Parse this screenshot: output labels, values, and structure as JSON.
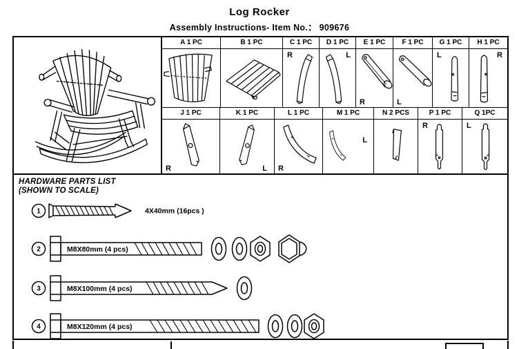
{
  "header": {
    "title": "Log Rocker",
    "subtitle": "Assembly Instructions- Item No.： 909676"
  },
  "parts": {
    "row1": [
      {
        "label": "A 1 PC",
        "side": "",
        "drawing": "slatted-back-panel"
      },
      {
        "label": "B 1 PC",
        "side": "",
        "drawing": "slatted-seat-panel"
      },
      {
        "label": "C 1 PC",
        "side": "R",
        "drawing": "curved-leg-right"
      },
      {
        "label": "D 1 PC",
        "side": "L",
        "drawing": "curved-leg-left"
      },
      {
        "label": "E 1 PC",
        "side": "R",
        "drawing": "round-spindle-right"
      },
      {
        "label": "F 1 PC",
        "side": "L",
        "drawing": "round-spindle-left"
      },
      {
        "label": "G 1 PC",
        "side": "L",
        "drawing": "back-post-left"
      },
      {
        "label": "H 1 PC",
        "side": "R",
        "drawing": "back-post-right"
      }
    ],
    "row2": [
      {
        "label": "J 1 PC",
        "side": "R",
        "drawing": "tapered-leg-with-hole-right"
      },
      {
        "label": "K 1 PC",
        "side": "L",
        "drawing": "tapered-leg-with-hole-left"
      },
      {
        "label": "L 1 PC",
        "side": "R",
        "drawing": "curved-rocker-right"
      },
      {
        "label": "M 1 PC",
        "side": "L",
        "drawing": "curved-rocker-left"
      },
      {
        "label": "N 2 PCS",
        "side": "",
        "drawing": "flat-brace"
      },
      {
        "label": "P 1 PC",
        "side": "R",
        "drawing": "turned-post-right"
      },
      {
        "label": "Q 1PC",
        "side": "L",
        "drawing": "turned-post-left"
      }
    ]
  },
  "hardware": {
    "title": "HARDWARE PARTS LIST",
    "scale_note": "(SHOWN TO SCALE)",
    "items": [
      {
        "num": "1",
        "label": "4X40mm (16pcs )",
        "icons": [
          "wood-screw"
        ]
      },
      {
        "num": "2",
        "label": "M8X80mm (4 pcs)",
        "icons": [
          "hex-head-bolt",
          "flat-washer",
          "flat-washer",
          "hex-nut",
          "cap-nut"
        ]
      },
      {
        "num": "3",
        "label": "M8X100mm  (4 pcs)",
        "icons": [
          "hex-head-lag-bolt",
          "flat-washer"
        ]
      },
      {
        "num": "4",
        "label": "M8X120mm (4 pcs)",
        "icons": [
          "hex-head-bolt",
          "flat-washer",
          "flat-washer",
          "hex-nut"
        ]
      }
    ]
  }
}
